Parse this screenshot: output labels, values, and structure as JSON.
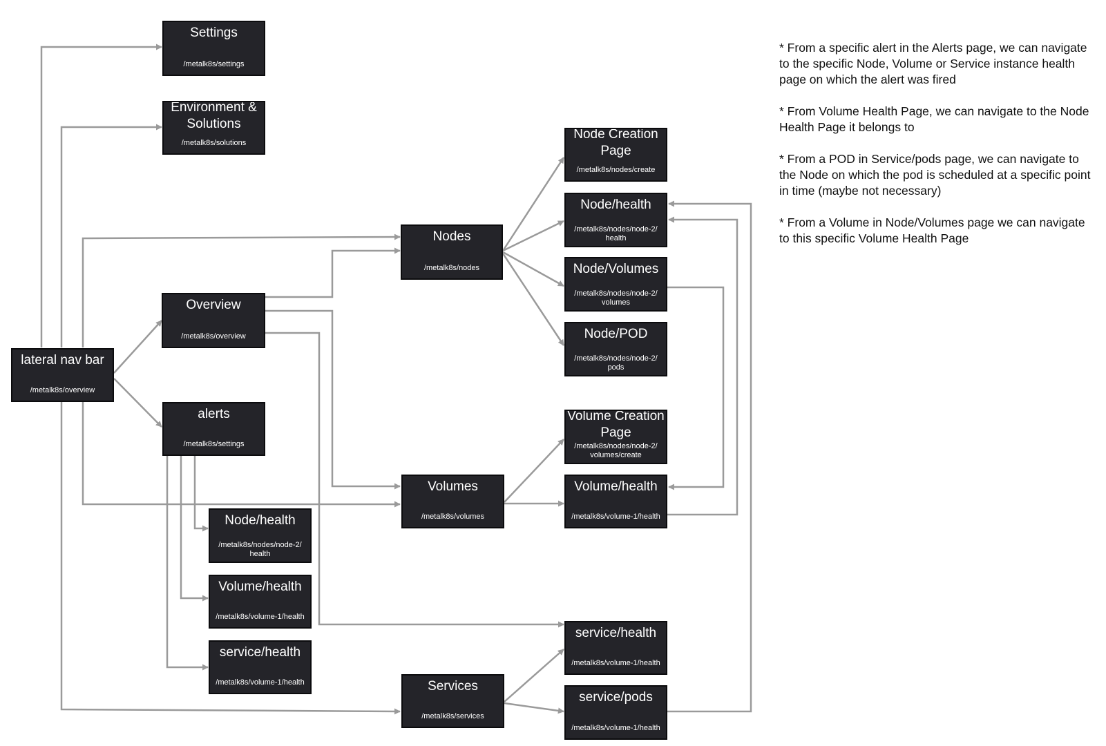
{
  "nodes": {
    "settings": {
      "title": "Settings",
      "path": "/metalk8s/settings"
    },
    "environment": {
      "title": "Environment & Solutions",
      "path": "/metalk8s/solutions"
    },
    "lateral_nav": {
      "title": "lateral nav bar",
      "path": "/metalk8s/overview"
    },
    "overview": {
      "title": "Overview",
      "path": "/metalk8s/overview"
    },
    "alerts": {
      "title": "alerts",
      "path": "/metalk8s/settings"
    },
    "alerts_node_health": {
      "title": "Node/health",
      "path": "/metalk8s/nodes/node-2/ health"
    },
    "alerts_volume_health": {
      "title": "Volume/health",
      "path": "/metalk8s/volume-1/health"
    },
    "alerts_service_health": {
      "title": "service/health",
      "path": "/metalk8s/volume-1/health"
    },
    "nodes": {
      "title": "Nodes",
      "path": "/metalk8s/nodes"
    },
    "volumes": {
      "title": "Volumes",
      "path": "/metalk8s/volumes"
    },
    "services": {
      "title": "Services",
      "path": "/metalk8s/services"
    },
    "node_creation": {
      "title": "Node Creation Page",
      "path": "/metalk8s/nodes/create"
    },
    "node_health": {
      "title": "Node/health",
      "path": "/metalk8s/nodes/node-2/ health"
    },
    "node_volumes": {
      "title": "Node/Volumes",
      "path": "/metalk8s/nodes/node-2/ volumes"
    },
    "node_pod": {
      "title": "Node/POD",
      "path": "/metalk8s/nodes/node-2/ pods"
    },
    "volume_creation": {
      "title": "Volume Creation Page",
      "path": "/metalk8s/nodes/node-2/ volumes/create"
    },
    "volume_health": {
      "title": "Volume/health",
      "path": "/metalk8s/volume-1/health"
    },
    "service_health": {
      "title": "service/health",
      "path": "/metalk8s/volume-1/health"
    },
    "service_pods": {
      "title": "service/pods",
      "path": "/metalk8s/volume-1/health"
    }
  },
  "notes": [
    "* From a specific alert in the Alerts page, we can navigate to the specific Node, Volume or Service instance health page on which the alert was fired",
    "* From Volume Health Page, we can navigate to the Node Health Page it belongs to",
    "* From a POD in Service/pods page, we can navigate to the Node on which the pod is scheduled at a specific point in time (maybe not necessary)",
    "* From a Volume in Node/Volumes page we can navigate to this specific Volume Health Page"
  ],
  "colors": {
    "node_fill": "#242429",
    "node_border": "#0b0b0d",
    "node_text": "#ffffff",
    "edge": "#9a9a9a",
    "note_text": "#111111"
  }
}
